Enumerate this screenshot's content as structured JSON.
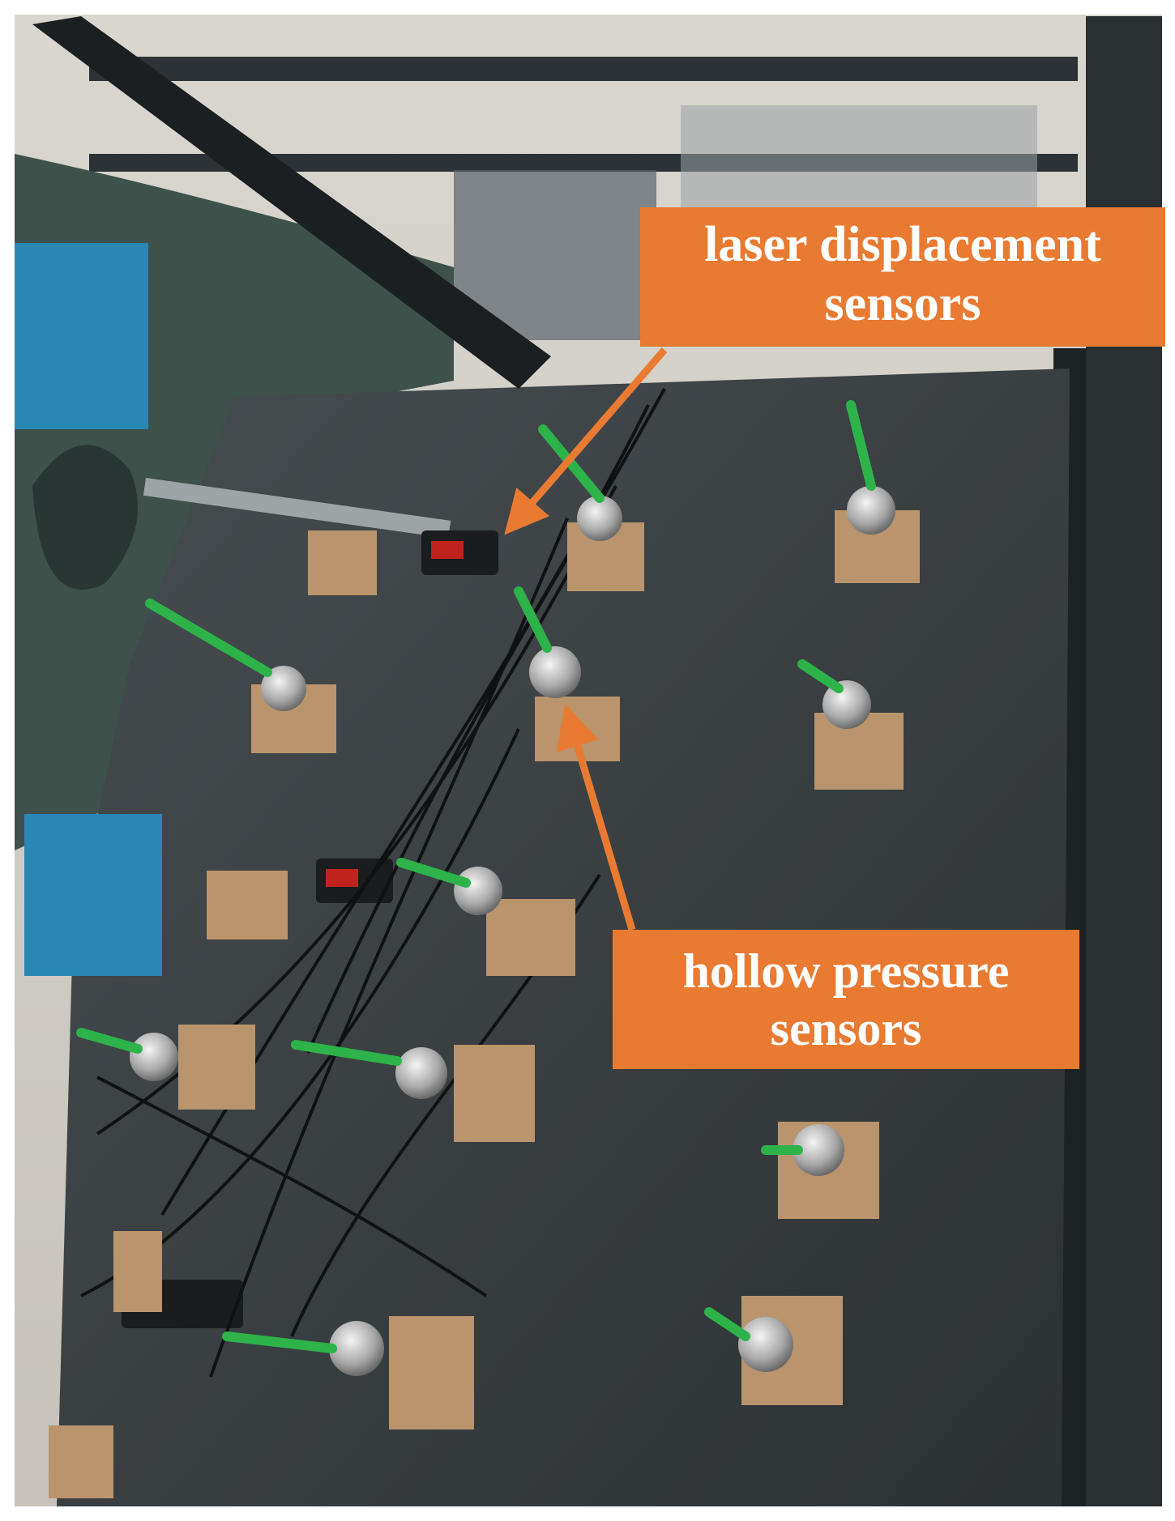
{
  "figure": {
    "labels": {
      "laser_line1": "laser displacement",
      "laser_line2": "sensors",
      "hollow_line1": "hollow pressure",
      "hollow_line2": "sensors"
    },
    "colors": {
      "callout": "#e97a32",
      "panel": "#3c4143",
      "pad": "#b9946c",
      "tube": "#2db34a",
      "blue_clamp": "#2a86b3",
      "frame": "#1d2225"
    },
    "icons": [
      "arrow-icon"
    ]
  }
}
